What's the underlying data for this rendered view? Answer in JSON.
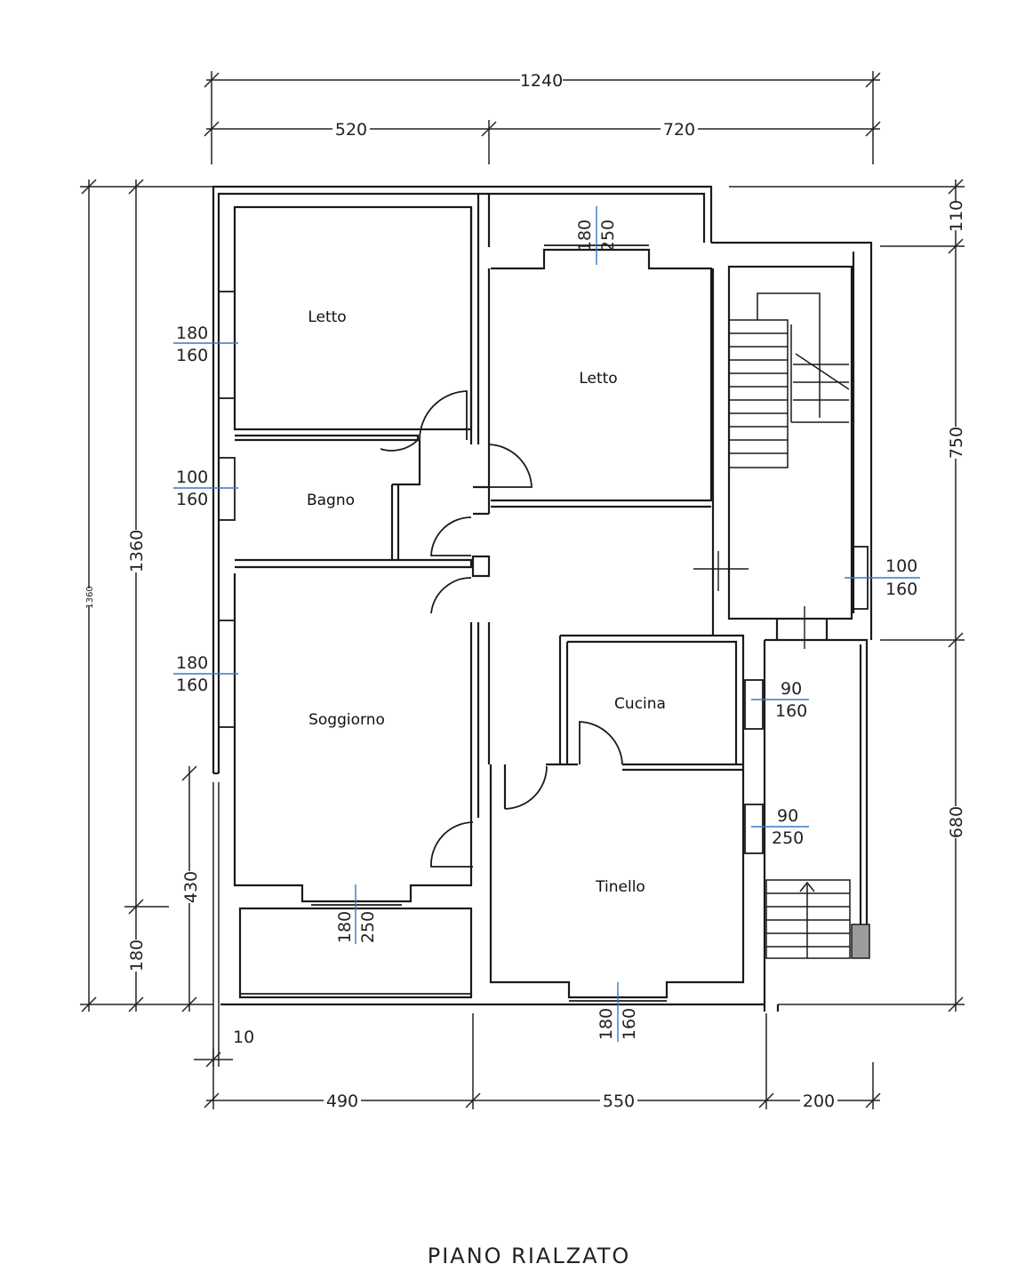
{
  "title": "PIANO RIALZATO",
  "colors": {
    "wall": "#1a1a1a",
    "window_line": "#3a78c2",
    "hatch": "#9c9c9c"
  },
  "rooms": {
    "letto_1": "Letto",
    "letto_2": "Letto",
    "bagno": "Bagno",
    "soggiorno": "Soggiorno",
    "cucina": "Cucina",
    "tinello": "Tinello"
  },
  "dimensions": {
    "top_total": "1240",
    "top_left": "520",
    "top_right": "720",
    "bottom_1": "490",
    "bottom_2": "550",
    "bottom_3": "200",
    "left_total": "1360",
    "left_outer": "1360",
    "left_430": "430",
    "left_180": "180",
    "right_110": "110",
    "right_750": "750",
    "right_680": "680",
    "gap_10": "10"
  },
  "windows": {
    "letto1": {
      "w": "180",
      "h": "160"
    },
    "bagno": {
      "w": "100",
      "h": "160"
    },
    "soggiorno": {
      "w": "180",
      "h": "160"
    },
    "balcony_top": {
      "w": "180",
      "h": "250"
    },
    "balcony_bottom": {
      "w": "180",
      "h": "250"
    },
    "stair": {
      "w": "100",
      "h": "160"
    },
    "cucina": {
      "w": "90",
      "h": "160"
    },
    "tinello_side": {
      "w": "90",
      "h": "250"
    },
    "tinello_bottom": {
      "w": "180",
      "h": "160"
    }
  }
}
